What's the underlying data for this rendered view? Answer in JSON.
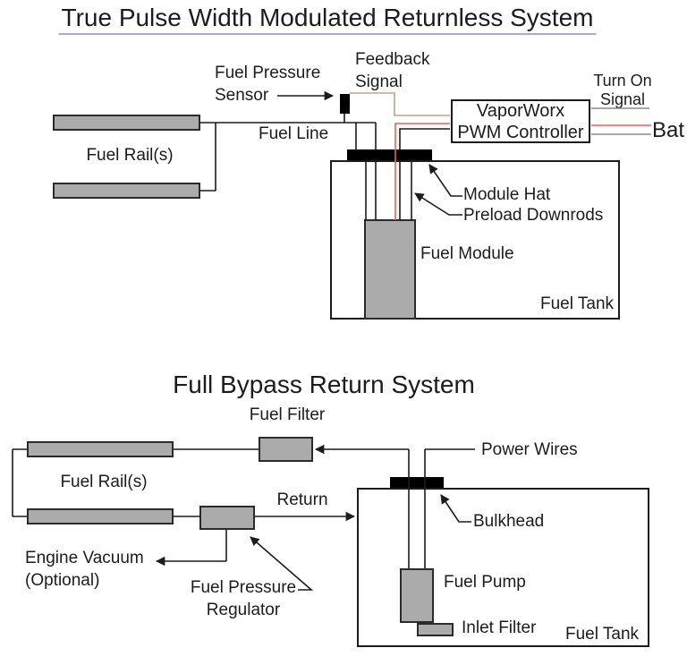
{
  "top": {
    "title": "True Pulse Width Modulated Returnless System",
    "fuel_rails_label": "Fuel Rail(s)",
    "sensor_label_1": "Fuel Pressure",
    "sensor_label_2": "Sensor",
    "feedback_label_1": "Feedback",
    "feedback_label_2": "Signal",
    "fuel_line_label": "Fuel Line",
    "controller_label_1": "VaporWorx",
    "controller_label_2": "PWM Controller",
    "turn_on_label_1": "Turn On",
    "turn_on_label_2": "Signal",
    "bat_label": "Bat",
    "module_hat_label": "Module Hat",
    "preload_downrods_label": "Preload Downrods",
    "fuel_module_label": "Fuel Module",
    "fuel_tank_label": "Fuel Tank"
  },
  "bottom": {
    "title": "Full Bypass Return System",
    "fuel_filter_label": "Fuel Filter",
    "fuel_rails_label": "Fuel Rail(s)",
    "return_label": "Return",
    "power_wires_label": "Power Wires",
    "bulkhead_label": "Bulkhead",
    "fuel_pump_label": "Fuel Pump",
    "inlet_filter_label": "Inlet Filter",
    "fuel_tank_label": "Fuel Tank",
    "engine_vacuum_label_1": "Engine Vacuum",
    "engine_vacuum_label_2": "(Optional)",
    "regulator_label_1": "Fuel Pressure",
    "regulator_label_2": "Regulator"
  },
  "colors": {
    "line_black": "#1c1c1c",
    "wire_red": "#e06464",
    "wire_tan": "#b5a58d",
    "wire_gray": "#8a8a8a",
    "fill_gray": "#ababab",
    "title_underline": "#a5aed2"
  }
}
